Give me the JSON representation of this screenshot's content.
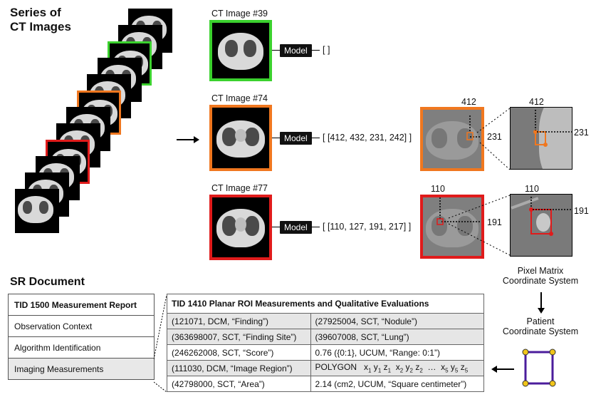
{
  "header": {
    "series_title_line1": "Series of",
    "series_title_line2": "CT Images"
  },
  "ct_images": [
    {
      "title": "CT Image #39",
      "model_label": "Model",
      "output": "[ ]",
      "color": "#3bd12e"
    },
    {
      "title": "CT Image #74",
      "model_label": "Model",
      "output": "[ [412, 432, 231, 242] ]",
      "color": "#f0771f"
    },
    {
      "title": "CT Image #77",
      "model_label": "Model",
      "output": "[ [110, 127, 191, 217] ]",
      "color": "#e01b1b"
    }
  ],
  "pixel_labels": {
    "img74_x": "412",
    "img74_y": "231",
    "zoom74_x": "412",
    "zoom74_y": "231",
    "img77_x": "110",
    "img77_y": "191",
    "zoom77_x": "110",
    "zoom77_y": "191"
  },
  "coordinate_labels": {
    "pixel_matrix_line1": "Pixel Matrix",
    "pixel_matrix_line2": "Coordinate System",
    "patient_line1": "Patient",
    "patient_line2": "Coordinate System"
  },
  "sr": {
    "title": "SR Document",
    "tid1500": {
      "header": "TID 1500 Measurement Report",
      "rows": [
        "Observation Context",
        "Algorithm Identification",
        "Imaging Measurements"
      ]
    },
    "tid1410": {
      "header": "TID 1410 Planar ROI Measurements and Qualitative Evaluations",
      "rows": [
        {
          "left": "(121071, DCM, “Finding”)",
          "right": "(27925004, SCT, “Nodule”)"
        },
        {
          "left": "(363698007, SCT, “Finding Site”)",
          "right": "(39607008, SCT, “Lung”)"
        },
        {
          "left": "(246262008, SCT, “Score”)",
          "right": "0.76 ({0:1}, UCUM, “Range: 0:1”)"
        },
        {
          "left": "(111030, DCM, “Image Region”)",
          "right_prefix": "POLYGON"
        },
        {
          "left": "(42798000, SCT, “Area”)",
          "right": "2.14 (cm2, UCUM, “Square centimeter”)"
        }
      ]
    }
  },
  "colors": {
    "green": "#3bd12e",
    "orange": "#f0771f",
    "red": "#e01b1b",
    "purple": "#4b1d9c",
    "dot": "#f0c419"
  }
}
